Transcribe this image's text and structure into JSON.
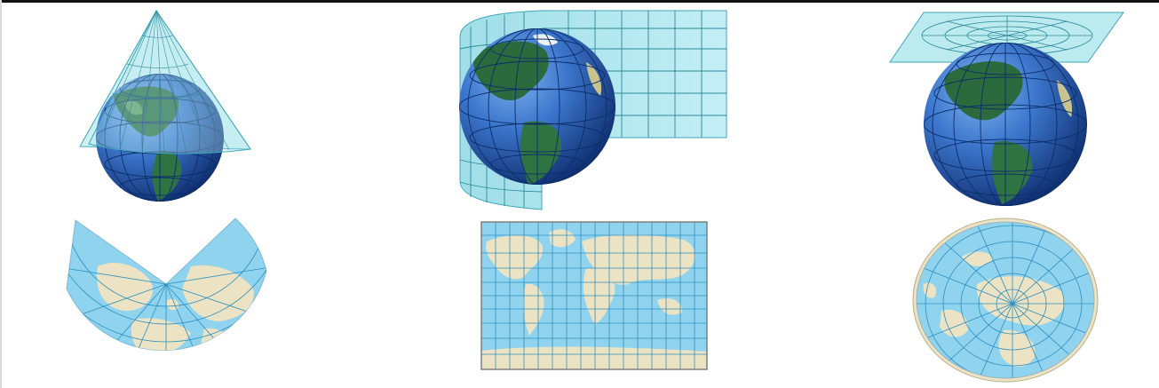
{
  "figure": {
    "projections": [
      {
        "id": "conic",
        "surface": "cone",
        "projection_shape": "fan"
      },
      {
        "id": "cylindrical",
        "surface": "cylinder",
        "projection_shape": "rectangle"
      },
      {
        "id": "planar",
        "surface": "plane",
        "projection_shape": "disc"
      }
    ],
    "colors": {
      "ocean_globe_light": "#4f8fd8",
      "ocean_globe_dark": "#143a86",
      "land_globe": "#2a6a3c",
      "land_globe_light": "#5c9a5a",
      "surface_fill": "#9fe0ea",
      "surface_stroke": "#3fa6b8",
      "grid_line": "#0c2d6b",
      "map_water": "#8fd3ef",
      "map_land": "#ebe3c3",
      "map_grid": "#2d8fc0",
      "map_outline": "#7f7f7f",
      "top_rule": "#111111"
    }
  }
}
